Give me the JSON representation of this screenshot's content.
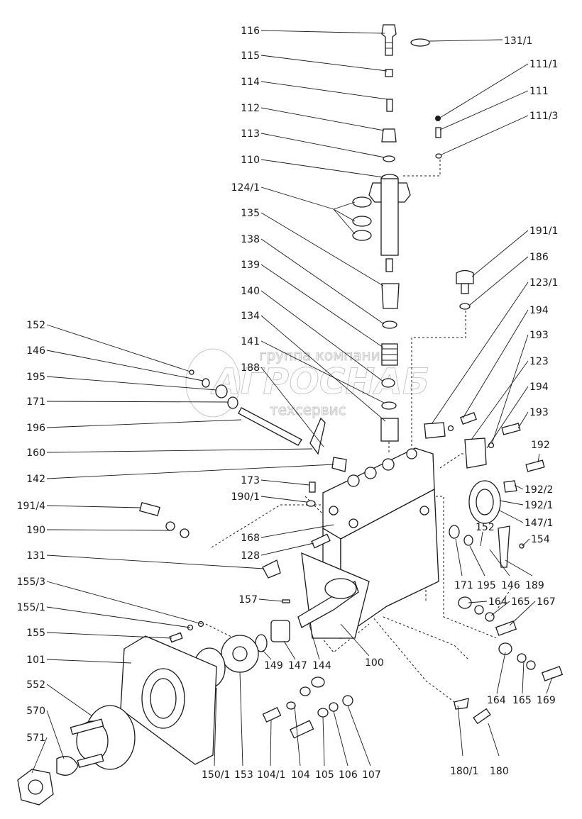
{
  "watermark": {
    "line1": "группа компаний",
    "line2": "АГРОСНАБ",
    "line3": "техсервис"
  },
  "callouts": {
    "c116": "116",
    "c131_1": "131/1",
    "c115": "115",
    "c111_1": "111/1",
    "c114": "114",
    "c111": "111",
    "c112": "112",
    "c111_3": "111/3",
    "c113": "113",
    "c110": "110",
    "c124_1": "124/1",
    "c135": "135",
    "c191_1": "191/1",
    "c138": "138",
    "c186": "186",
    "c139": "139",
    "c123_1": "123/1",
    "c140": "140",
    "c194a": "194",
    "c134": "134",
    "c152a": "152",
    "c141": "141",
    "c193a": "193",
    "c146a": "146",
    "c188": "188",
    "c123": "123",
    "c195a": "195",
    "c194b": "194",
    "c171a": "171",
    "c193b": "193",
    "c196": "196",
    "c192": "192",
    "c160": "160",
    "c142": "142",
    "c173": "173",
    "c192_2": "192/2",
    "c190_1": "190/1",
    "c192_1": "192/1",
    "c191_4": "191/4",
    "c147_1": "147/1",
    "c152b": "152",
    "c168": "168",
    "c190": "190",
    "c154": "154",
    "c128": "128",
    "c131": "131",
    "c171b": "171",
    "c195b": "195",
    "c146b": "146",
    "c189": "189",
    "c155_3": "155/3",
    "c157": "157",
    "c164a": "164",
    "c165a": "165",
    "c167": "167",
    "c155_1": "155/1",
    "c155": "155",
    "c149": "149",
    "c147": "147",
    "c144": "144",
    "c100": "100",
    "c101": "101",
    "c552": "552",
    "c164b": "164",
    "c165b": "165",
    "c169": "169",
    "c570": "570",
    "c571": "571",
    "c150_1": "150/1",
    "c153": "153",
    "c104_1": "104/1",
    "c104": "104",
    "c105": "105",
    "c106": "106",
    "c107": "107",
    "c180_1": "180/1",
    "c180": "180"
  }
}
